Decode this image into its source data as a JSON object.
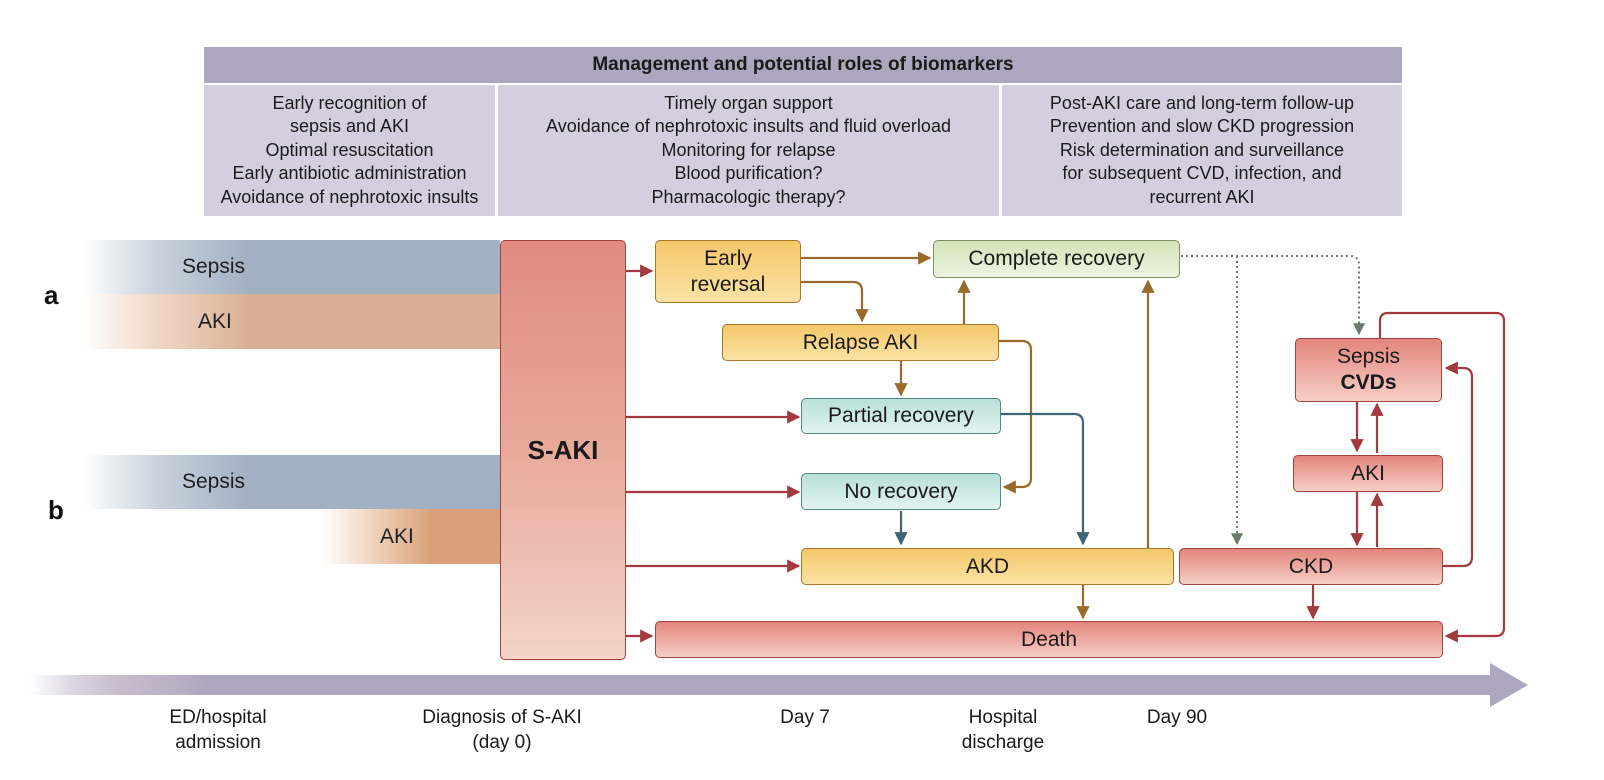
{
  "header": {
    "title": "Management and potential roles of biomarkers",
    "columns": [
      [
        "Early recognition of",
        "sepsis and AKI",
        "Optimal resuscitation",
        "Early antibiotic administration",
        "Avoidance of nephrotoxic insults"
      ],
      [
        "Timely organ support",
        "Avoidance of nephrotoxic insults and fluid overload",
        "Monitoring for relapse",
        "Blood purification?",
        "Pharmacologic therapy?"
      ],
      [
        "Post-AKI care and long-term follow-up",
        "Prevention and slow CKD progression",
        "Risk determination and surveillance",
        "for subsequent CVD, infection, and",
        "recurrent AKI"
      ]
    ]
  },
  "scenarios": {
    "a": {
      "label": "a",
      "sepsis": "Sepsis",
      "aki": "AKI"
    },
    "b": {
      "label": "b",
      "sepsis": "Sepsis",
      "aki": "AKI"
    }
  },
  "saki": "S-AKI",
  "nodes": {
    "early_reversal": [
      "Early",
      "reversal"
    ],
    "complete_recovery": "Complete recovery",
    "relapse_aki": "Relapse AKI",
    "partial_recovery": "Partial recovery",
    "no_recovery": "No recovery",
    "akd": "AKD",
    "ckd": "CKD",
    "death": "Death",
    "sepsis_cvds": [
      "Sepsis",
      "CVDs"
    ],
    "aki": "AKI"
  },
  "timeline": {
    "ticks": [
      [
        "ED/hospital",
        "admission"
      ],
      [
        "Diagnosis of S-AKI",
        "(day 0)"
      ],
      [
        "Day 7"
      ],
      [
        "Hospital",
        "discharge"
      ],
      [
        "Day 90"
      ]
    ]
  },
  "colors": {
    "red_arrow": "#a33a3f",
    "brown_arrow": "#9a6a2a",
    "teal_arrow": "#3d6675",
    "dotted_arrow": "#6b7a6b",
    "timeline": "#aca6be"
  }
}
